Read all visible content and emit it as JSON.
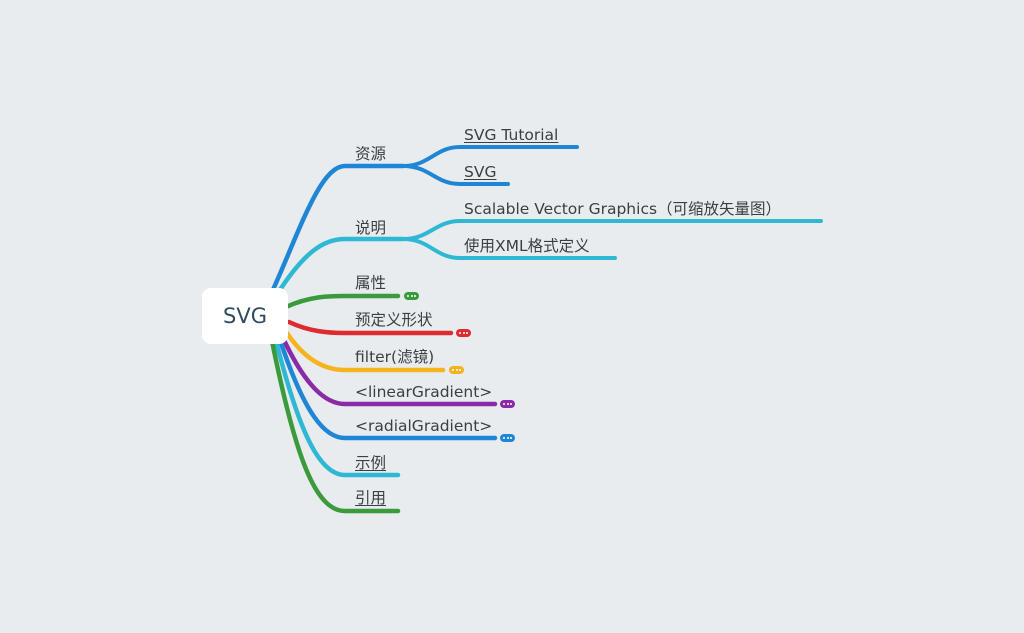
{
  "root": {
    "label": "SVG"
  },
  "branches": [
    {
      "id": "resources",
      "label": "资源",
      "color": "#1f86d6",
      "link": false,
      "collapsed": false,
      "children": [
        {
          "label": "SVG Tutorial",
          "link": true
        },
        {
          "label": "SVG",
          "link": true
        }
      ]
    },
    {
      "id": "description",
      "label": "说明",
      "color": "#2fb8d4",
      "link": false,
      "collapsed": false,
      "children": [
        {
          "label": "Scalable Vector Graphics（可缩放矢量图）",
          "link": false
        },
        {
          "label": "使用XML格式定义",
          "link": false
        }
      ]
    },
    {
      "id": "attributes",
      "label": "属性",
      "color": "#3a9a3c",
      "link": false,
      "collapsed": true,
      "children": []
    },
    {
      "id": "predefined-shapes",
      "label": "预定义形状",
      "color": "#dd2b30",
      "link": false,
      "collapsed": true,
      "children": []
    },
    {
      "id": "filter",
      "label": "filter(滤镜)",
      "color": "#f5b41e",
      "link": false,
      "collapsed": true,
      "children": []
    },
    {
      "id": "linear-gradient",
      "label": "<linearGradient>",
      "color": "#8a2aa8",
      "link": false,
      "collapsed": true,
      "children": []
    },
    {
      "id": "radial-gradient",
      "label": "<radialGradient>",
      "color": "#1f86d6",
      "link": false,
      "collapsed": true,
      "children": []
    },
    {
      "id": "examples",
      "label": "示例",
      "color": "#2fb8d4",
      "link": true,
      "collapsed": false,
      "children": []
    },
    {
      "id": "references",
      "label": "引用",
      "color": "#3a9a3c",
      "link": true,
      "collapsed": false,
      "children": []
    }
  ]
}
